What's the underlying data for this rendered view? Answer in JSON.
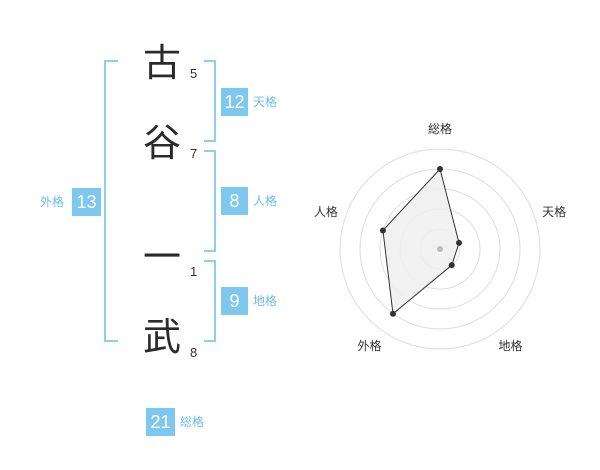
{
  "name": {
    "chars": [
      "古",
      "谷",
      "一",
      "武"
    ],
    "strokes": [
      "5",
      "7",
      "1",
      "8"
    ]
  },
  "fortune": {
    "tenkaku": {
      "label": "天格",
      "value": "12"
    },
    "jinkaku": {
      "label": "人格",
      "value": "8"
    },
    "chikaku": {
      "label": "地格",
      "value": "9"
    },
    "gaikaku": {
      "label": "外格",
      "value": "13"
    },
    "soukaku": {
      "label": "総格",
      "value": "21"
    }
  },
  "chart_data": {
    "type": "radar",
    "axes": [
      "総格",
      "天格",
      "地格",
      "外格",
      "人格"
    ],
    "values": [
      4,
      1,
      1,
      4,
      3
    ],
    "max": 5,
    "rings": 5,
    "colors": {
      "fill": "#efefef",
      "line": "#333333",
      "grid": "#dddddd",
      "center": "#bbbbbb"
    }
  }
}
